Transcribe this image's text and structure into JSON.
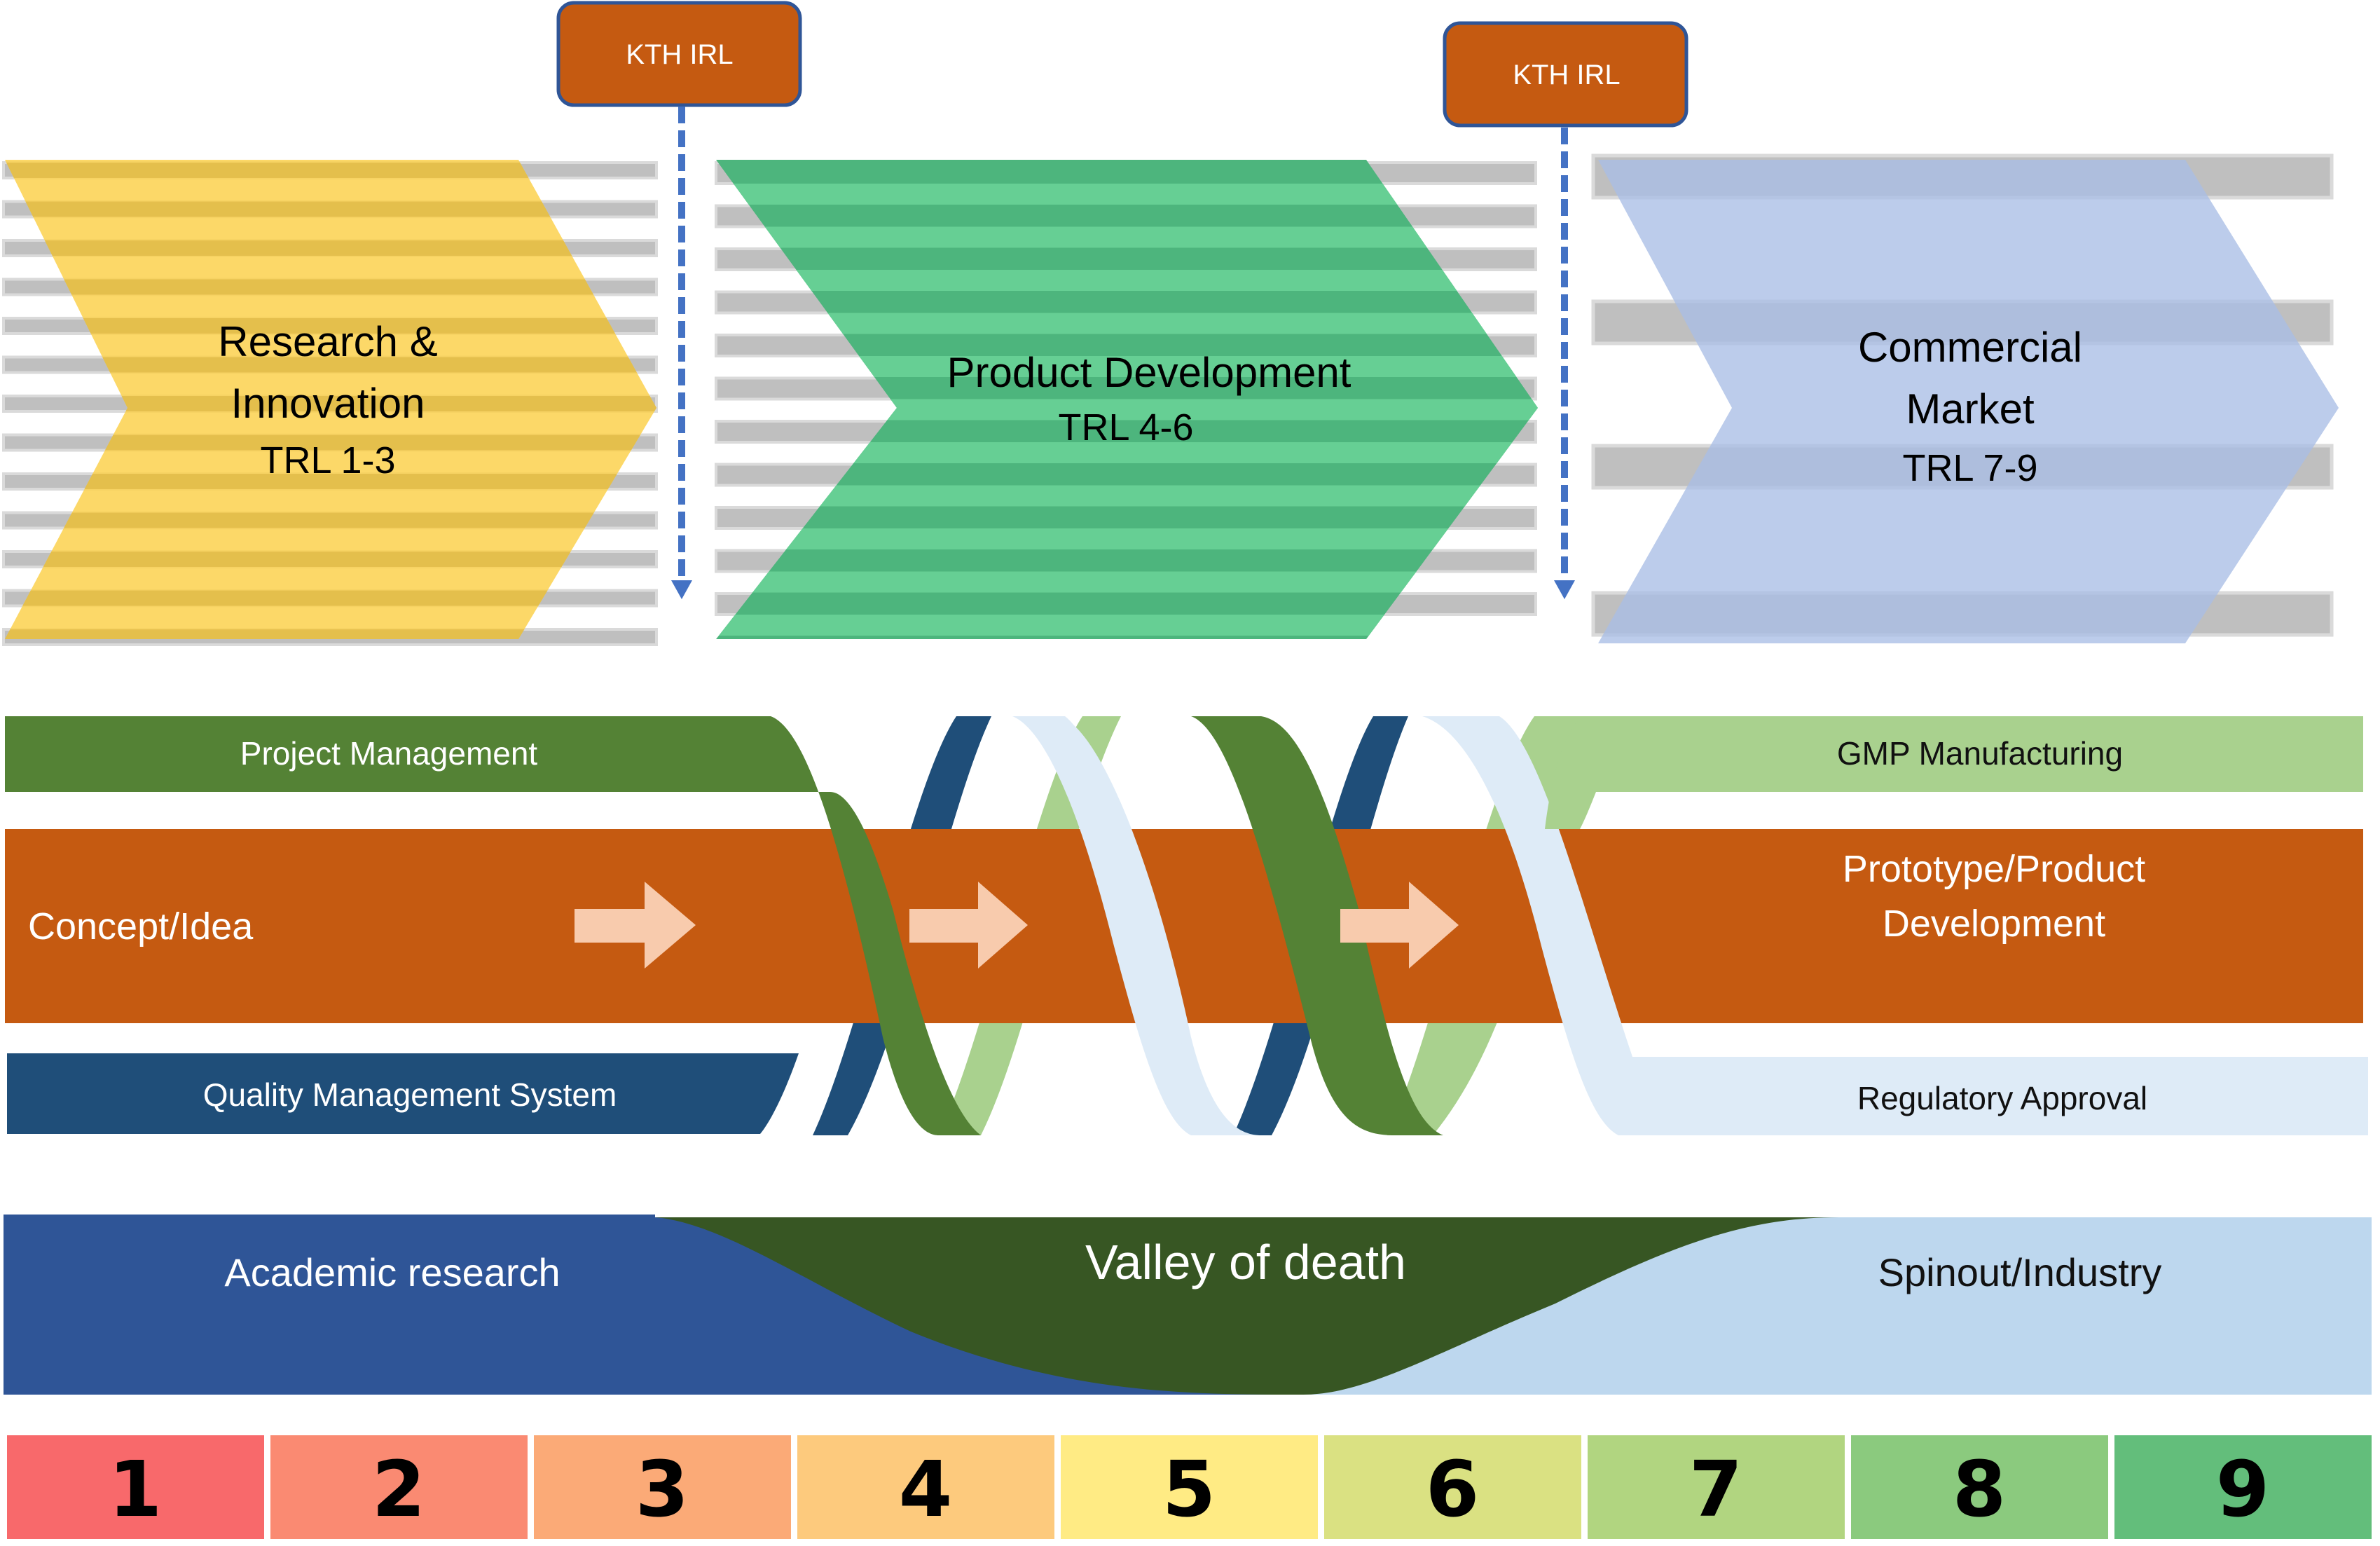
{
  "phases": [
    {
      "title_lines": [
        "Research &",
        "Innovation"
      ],
      "subtitle": "TRL 1-3",
      "color": "#FCD14E"
    },
    {
      "title_lines": [
        "Product Development"
      ],
      "subtitle": "TRL 4-6",
      "color": "#3FBF7A"
    },
    {
      "title_lines": [
        "Commercial",
        "Market"
      ],
      "subtitle": "TRL 7-9",
      "color": "#A9BEE6"
    }
  ],
  "gates": [
    {
      "label": "KTH IRL",
      "color": "#C55A11",
      "border": "#2F5597",
      "arrow_color": "#4472C4"
    },
    {
      "label": "KTH IRL",
      "color": "#C55A11",
      "border": "#2F5597",
      "arrow_color": "#4472C4"
    }
  ],
  "streams": {
    "project_management": {
      "label": "Project Management",
      "color": "#548235"
    },
    "quality_management": {
      "label": "Quality Management System",
      "color": "#1F4E79"
    },
    "gmp_manufacturing": {
      "label": "GMP Manufacturing",
      "color": "#A9D18E"
    },
    "regulatory_approval": {
      "label": "Regulatory Approval",
      "color": "#DEEBF7"
    },
    "core": {
      "start_label": "Concept/Idea",
      "end_label_lines": [
        "Prototype/Product",
        "Development"
      ],
      "color": "#C55A11",
      "arrow_color": "#F8CBAD"
    }
  },
  "funding": {
    "academic": {
      "label": "Academic research",
      "color": "#2F5597"
    },
    "valley": {
      "label": "Valley of death",
      "color": "#375623"
    },
    "industry": {
      "label": "Spinout/Industry",
      "color": "#BDD7EE"
    }
  },
  "trl_scale": [
    {
      "level": "1",
      "color": "#F8696B"
    },
    {
      "level": "2",
      "color": "#FA8A72"
    },
    {
      "level": "3",
      "color": "#FBAA77"
    },
    {
      "level": "4",
      "color": "#FDCA7D"
    },
    {
      "level": "5",
      "color": "#FFEB84"
    },
    {
      "level": "6",
      "color": "#DAE182"
    },
    {
      "level": "7",
      "color": "#B1D580"
    },
    {
      "level": "8",
      "color": "#8BCA7E"
    },
    {
      "level": "9",
      "color": "#63BE7B"
    }
  ]
}
